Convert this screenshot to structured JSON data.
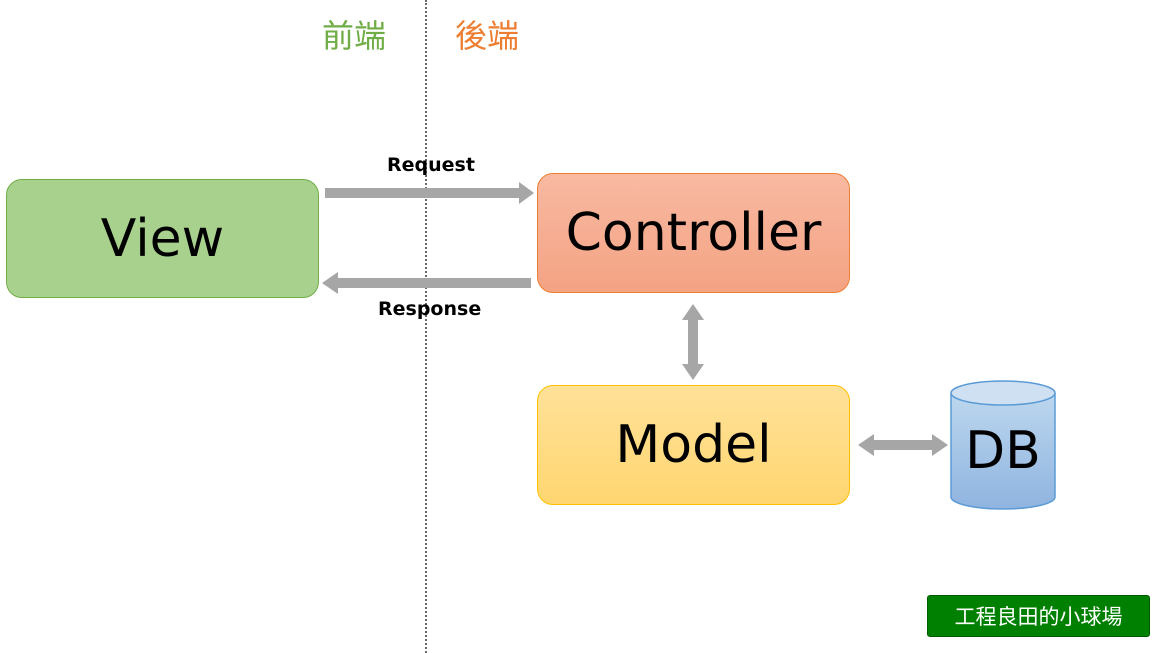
{
  "headers": {
    "frontend": "前端",
    "backend": "後端"
  },
  "nodes": {
    "view": "View",
    "controller": "Controller",
    "model": "Model",
    "db": "DB"
  },
  "arrows": {
    "request": "Request",
    "response": "Response"
  },
  "watermark": "工程良田的小球場",
  "colors": {
    "frontend_text": "#70ad47",
    "backend_text": "#ed7d31",
    "view_fill": "#a9d18e",
    "controller_fill": "#f4a383",
    "model_fill": "#ffd670",
    "db_fill": "#9dc3e6",
    "arrow": "#a6a6a6",
    "watermark_bg": "#008000"
  }
}
